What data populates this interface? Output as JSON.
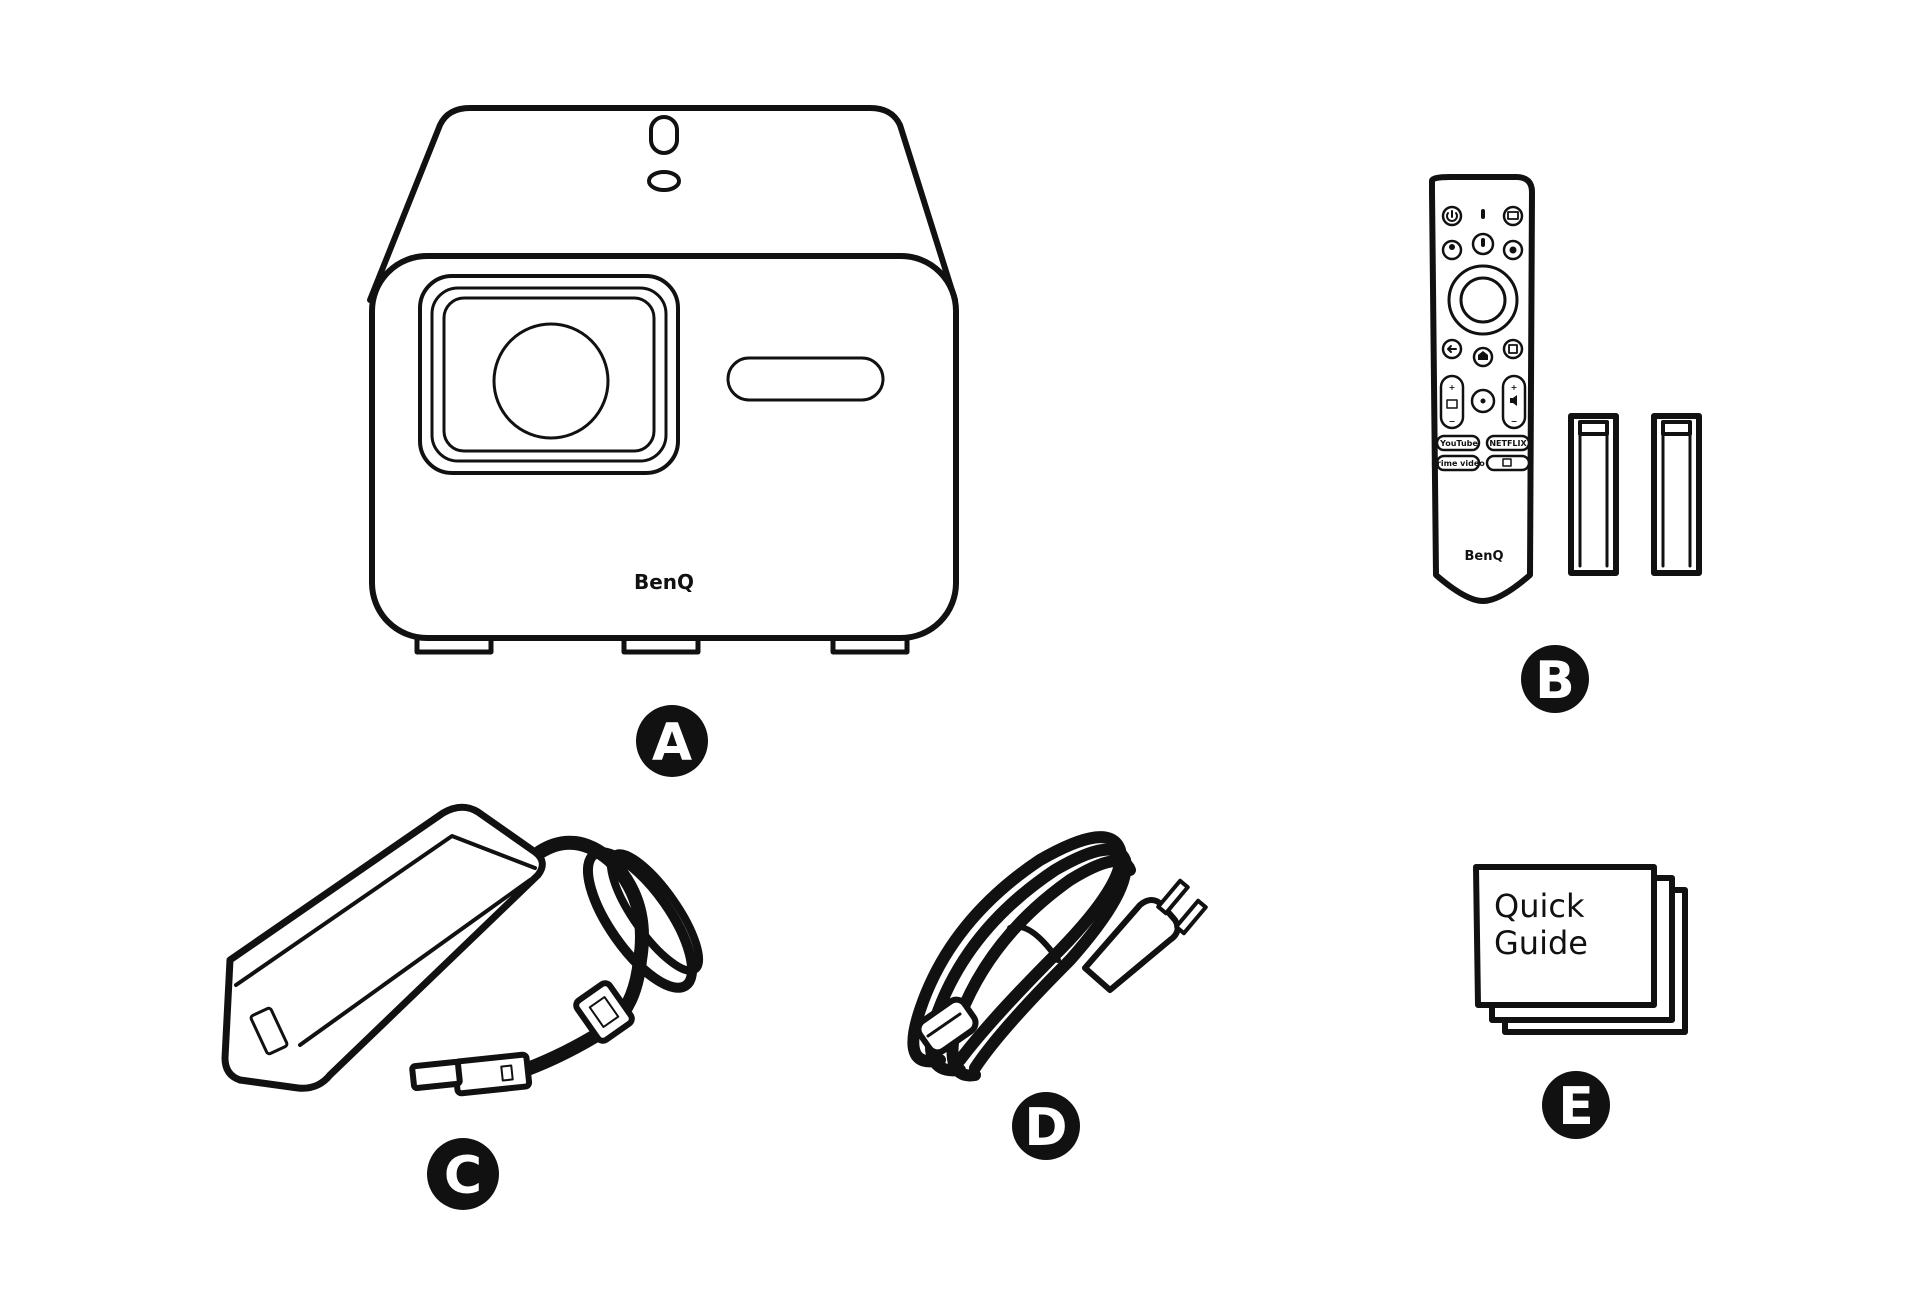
{
  "items": [
    {
      "label": "A",
      "brand": "BenQ"
    },
    {
      "label": "B",
      "brand": "BenQ",
      "remote_buttons": {
        "youtube": "YouTube",
        "netflix": "NETFLIX",
        "prime": "prime video"
      }
    },
    {
      "label": "C"
    },
    {
      "label": "D"
    },
    {
      "label": "E",
      "guide_line1": "Quick",
      "guide_line2": "Guide"
    }
  ]
}
